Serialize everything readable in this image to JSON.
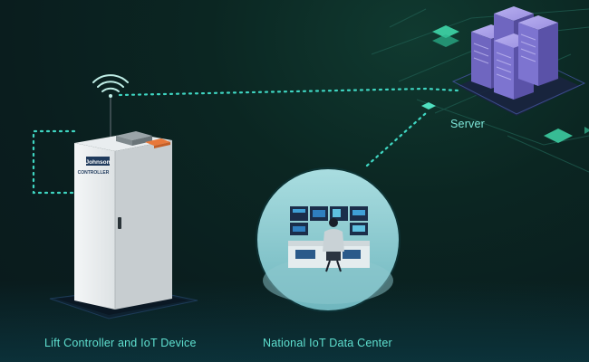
{
  "labels": {
    "lift": "Lift Controller and IoT Device",
    "datacenter": "National IoT Data Center",
    "server": "Server"
  },
  "controller_plate": {
    "brand": "Johnson",
    "subtitle": "CONTROLLER"
  },
  "icons": [
    "wifi-icon",
    "server-rack-icon",
    "operator-icon",
    "monitor-icon"
  ],
  "colors": {
    "background": "#0b2622",
    "accent": "#5fe0d0",
    "dotted_link": "#3fd6c2",
    "server": "#8a7fd8",
    "cabinet": "#eef1f2",
    "iot_module": "#e8783a"
  }
}
